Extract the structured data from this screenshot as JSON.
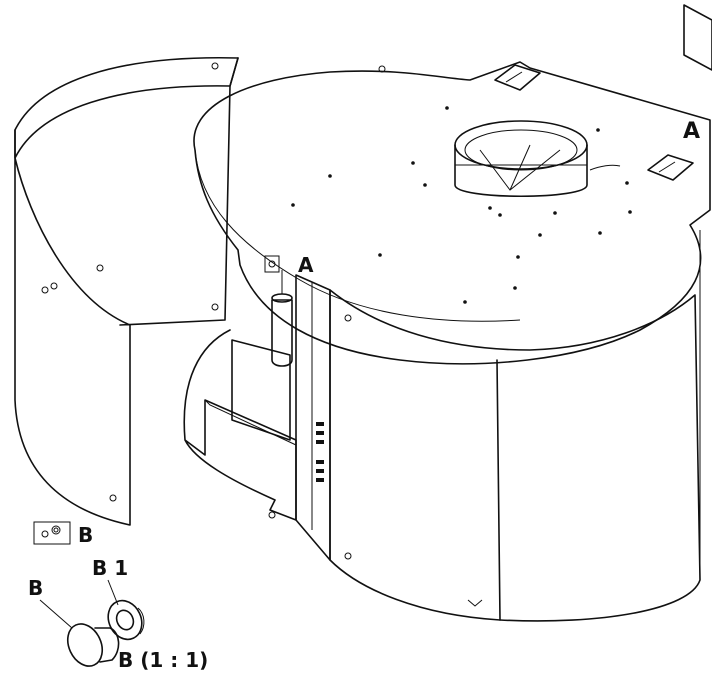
{
  "labels": {
    "callout_a_right": "A",
    "callout_a_center": "A",
    "callout_b_box": "B",
    "callout_b_cap": "B",
    "callout_b1": "B 1",
    "callout_b_scale": "B  (1 : 1)"
  }
}
